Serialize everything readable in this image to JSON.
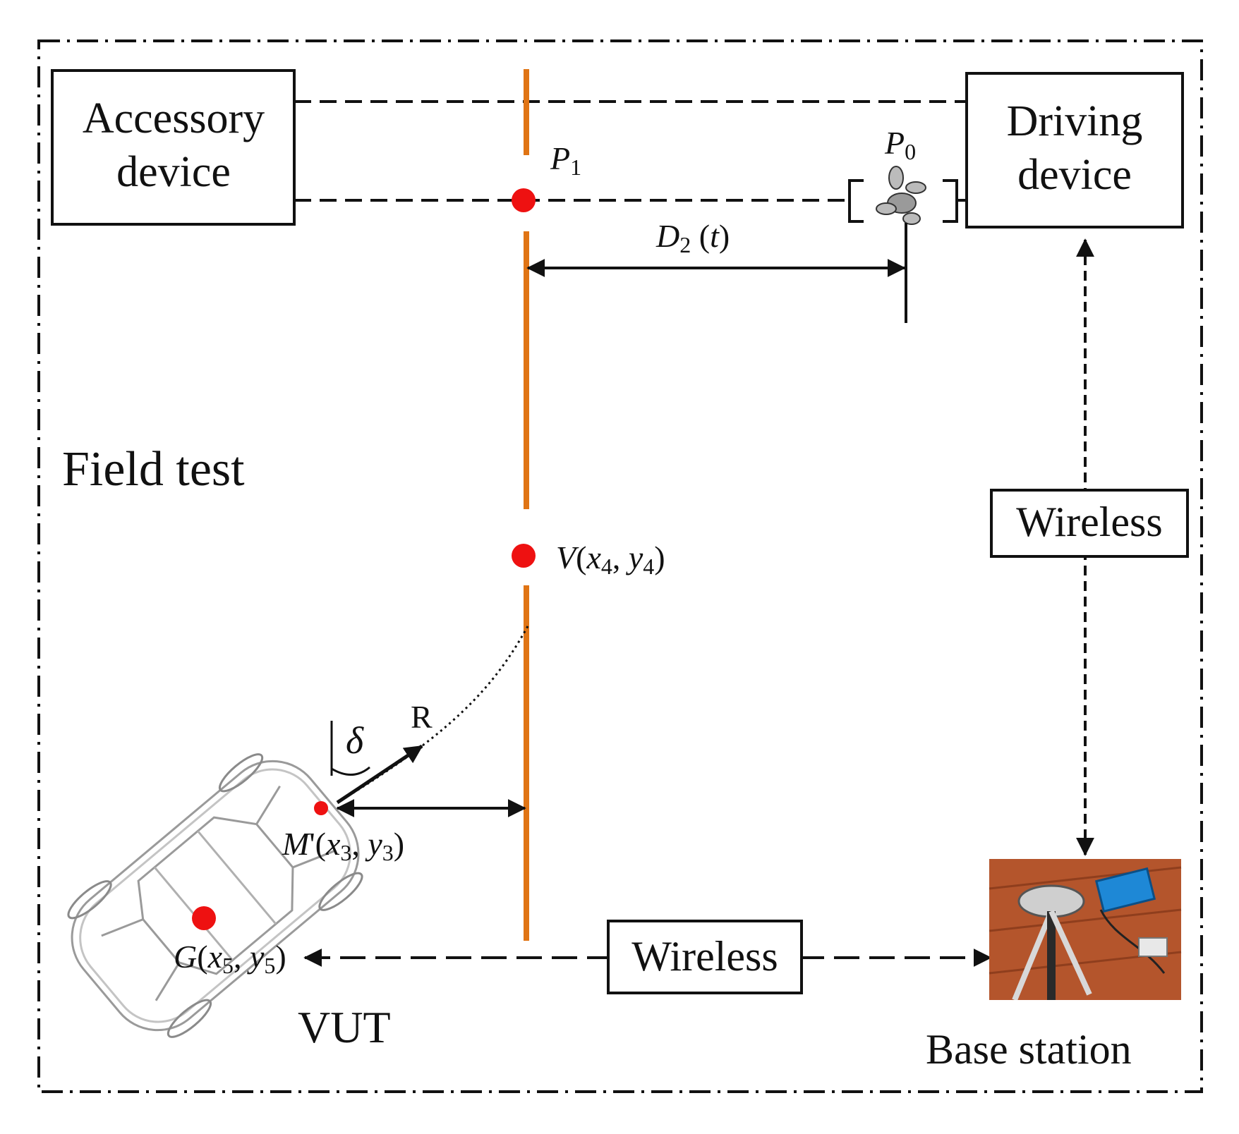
{
  "region": {
    "label": "Field test"
  },
  "accessory_device": {
    "line1": "Accessory",
    "line2": "device"
  },
  "driving_device": {
    "line1": "Driving",
    "line2": "device"
  },
  "points": {
    "p1": {
      "symbol": "P",
      "sub": "1"
    },
    "p0": {
      "symbol": "P",
      "sub": "0"
    },
    "v": {
      "symbol": "V",
      "open": "(",
      "x": "x",
      "xsub": "4",
      "sep": ", ",
      "y": "y",
      "ysub": "4",
      "close": ")"
    },
    "m": {
      "symbol": "M",
      "prime": "'",
      "open": "(",
      "x": "x",
      "xsub": "3",
      "sep": ", ",
      "y": "y",
      "ysub": "3",
      "close": ")"
    },
    "g": {
      "symbol": "G",
      "open": "(",
      "x": "x",
      "xsub": "5",
      "sep": ", ",
      "y": "y",
      "ysub": "5",
      "close": ")"
    }
  },
  "distance": {
    "symbol": "D",
    "sub": "2",
    "arg_open": " (",
    "arg": "t",
    "arg_close": ")"
  },
  "steering": {
    "angle": "δ",
    "radius": "R"
  },
  "wireless_right": "Wireless",
  "wireless_bottom": "Wireless",
  "vut_label": "VUT",
  "base_station_label": "Base station",
  "colors": {
    "line": "#111111",
    "path_line": "#e07414",
    "marker": "#ee1111",
    "photo_floor": "#b4552c"
  }
}
